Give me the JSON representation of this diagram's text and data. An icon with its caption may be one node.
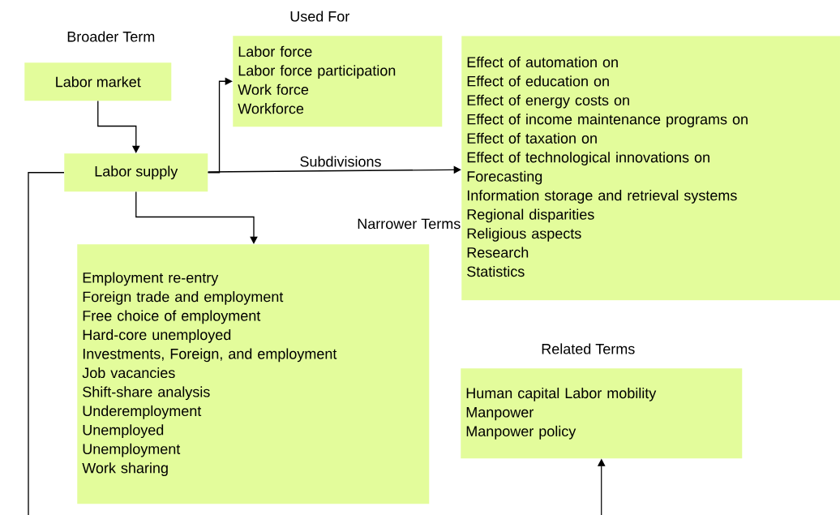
{
  "diagram": {
    "nodes": [
      {
        "text": [
          "Broader Term",
          "Labor market"
        ]
      },
      {
        "text": [
          "Labor supply"
        ]
      },
      {
        "text": [
          "Used For",
          "Labor force",
          "Labor force participation",
          "Work force",
          "Workforce"
        ]
      },
      {
        "text": [
          "Effect of automation on",
          "Effect of education on",
          "Effect of energy costs on",
          "Effect of income maintenance programs on",
          "Effect of taxation on",
          "Effect of technological innovations on",
          "Forecasting",
          "Information storage and retrieval systems",
          "Regional disparities",
          "Religious aspects",
          "Research",
          "Statistics"
        ]
      },
      {
        "text": [
          "Narrower Terms",
          "Employment re-entry",
          "Foreign trade and employment",
          "Free choice of employment",
          "Hard-core unemployed",
          "Investments, Foreign, and employment",
          "Job vacancies",
          "Shift-share analysis",
          "Underemployment",
          "Unemployed",
          "Unemployment",
          "Work sharing"
        ]
      },
      {
        "text": [
          "Related Terms",
          "Human capital Labor mobility",
          "Manpower",
          "Manpower policy"
        ]
      }
    ],
    "edges": [
      {
        "from": 0,
        "to": 1,
        "arrow": "to"
      },
      {
        "from": 1,
        "to": 2,
        "arrow": "to"
      },
      {
        "from": 1,
        "to": 3,
        "arrow": "to",
        "label": "Subdivisions"
      },
      {
        "from": 1,
        "to": 4,
        "arrow": "to"
      },
      {
        "from": 1,
        "to": 5,
        "arrow": "to"
      }
    ]
  }
}
